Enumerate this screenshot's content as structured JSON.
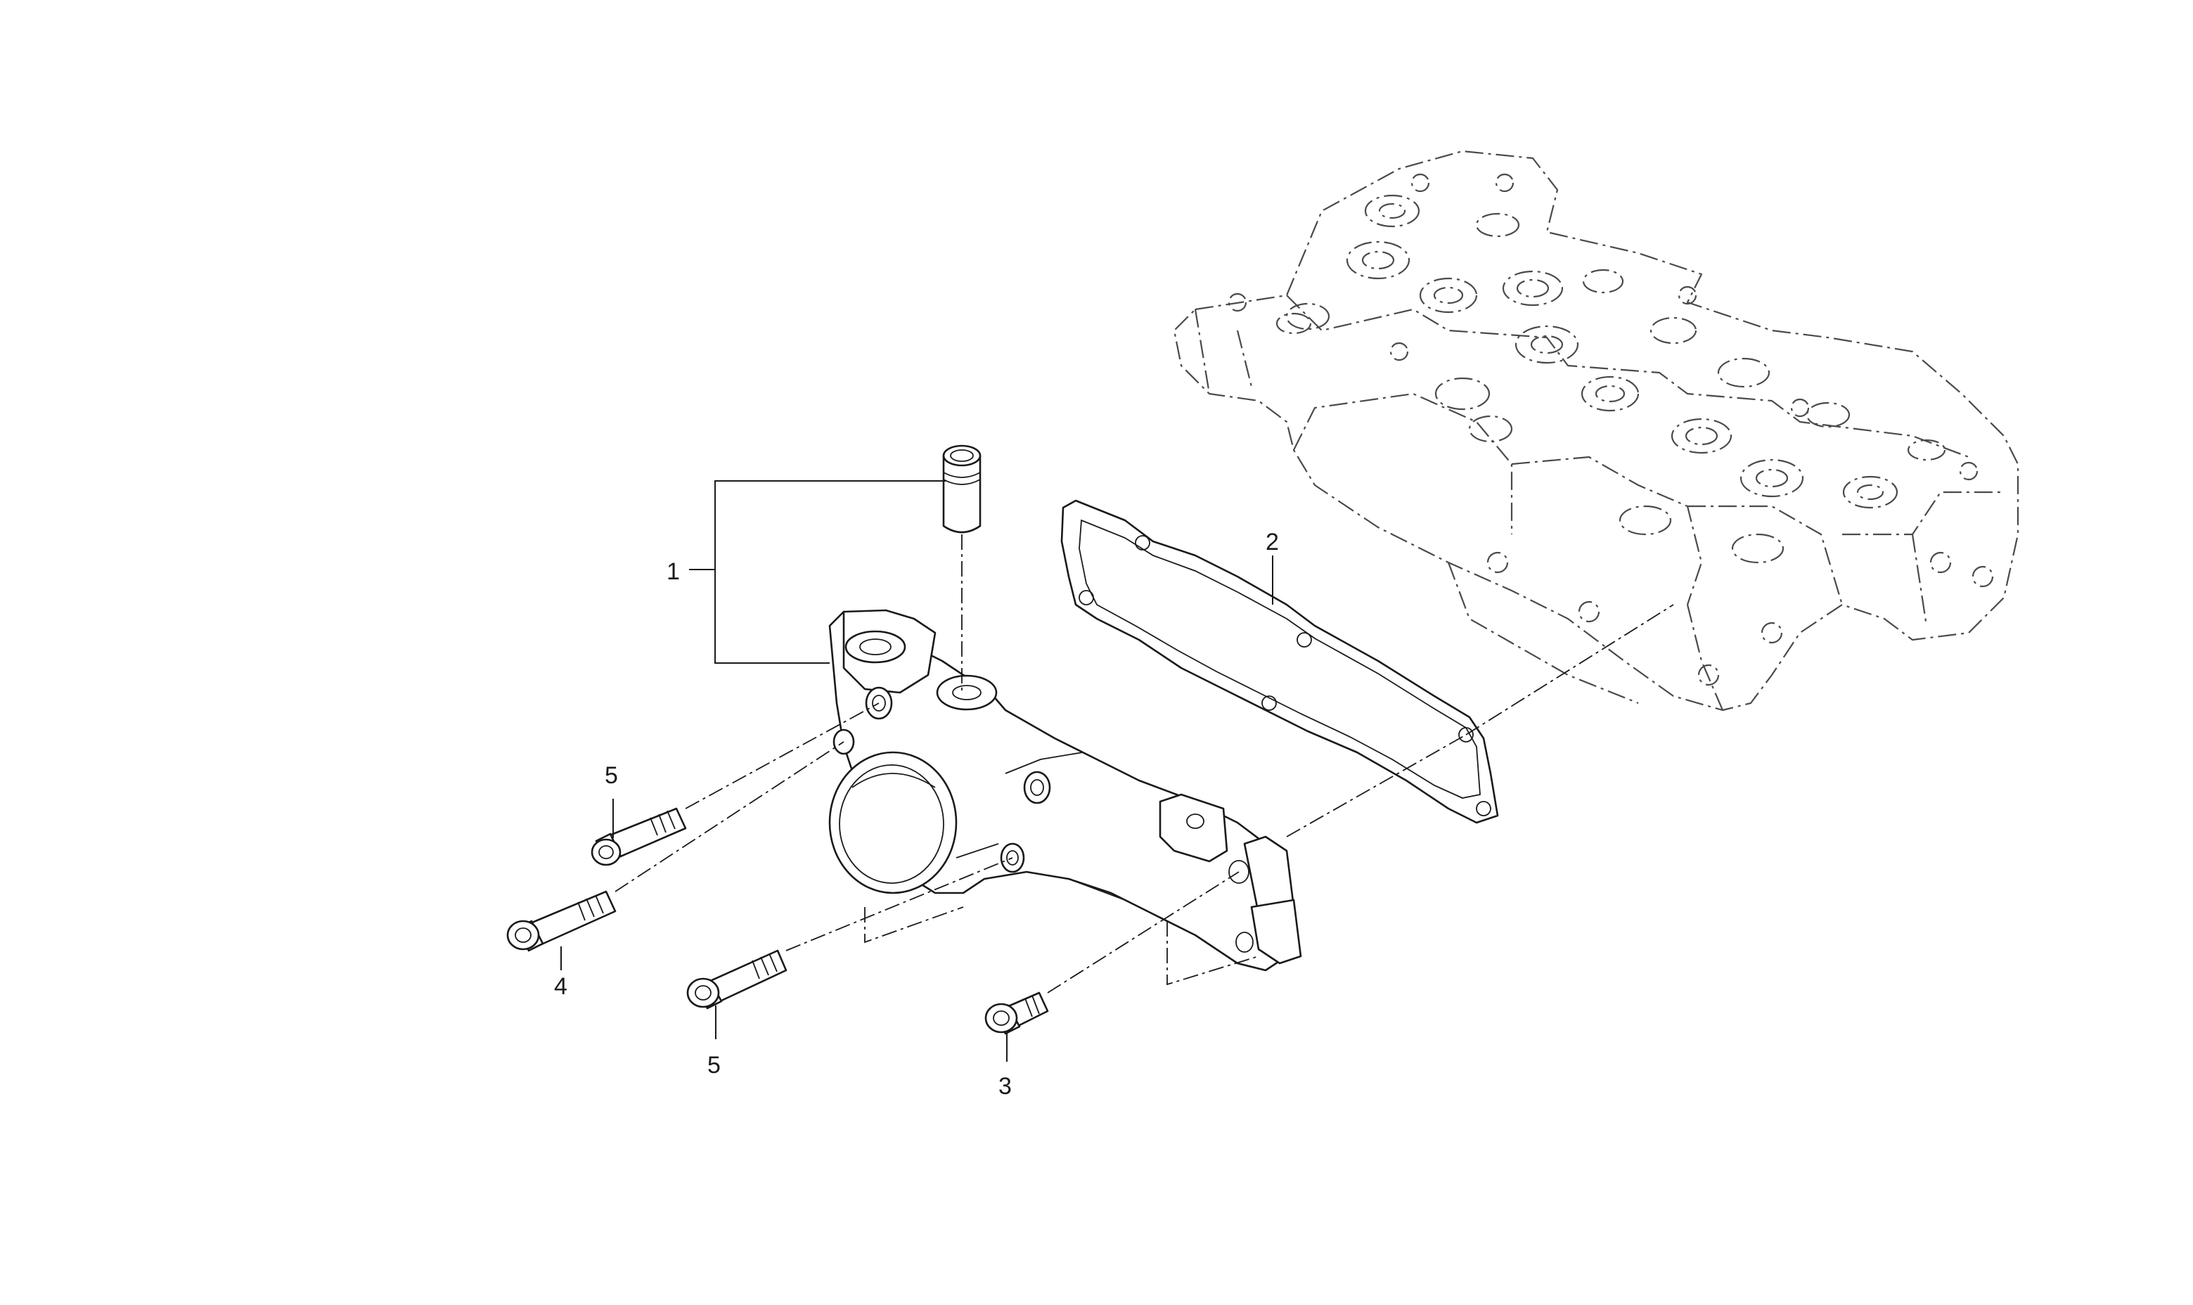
{
  "callouts": {
    "part_1": "1",
    "part_2": "2",
    "part_3": "3",
    "part_4": "4",
    "part_5_upper": "5",
    "part_5_lower": "5"
  }
}
